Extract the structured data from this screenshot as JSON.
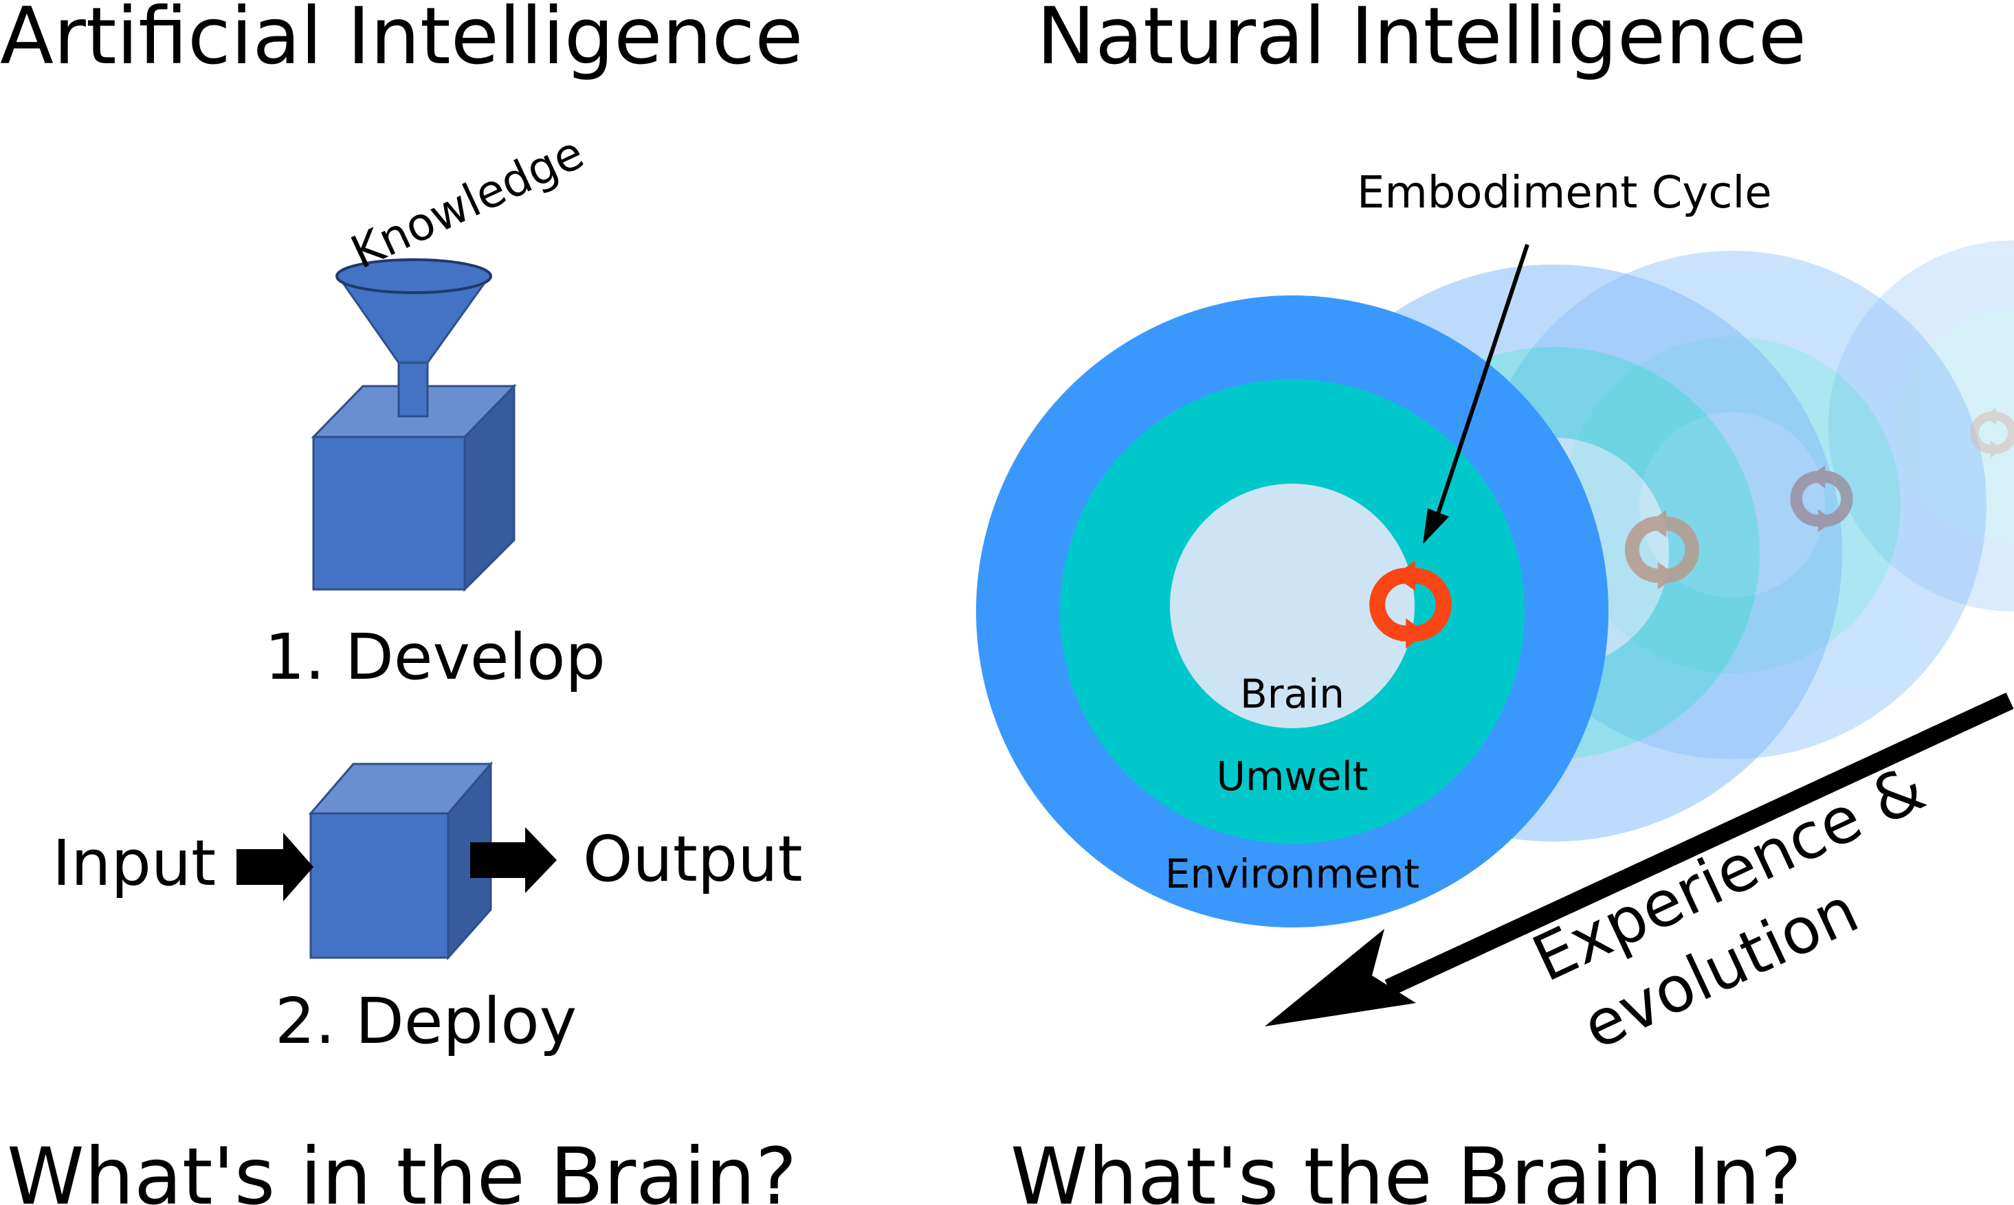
{
  "headings": {
    "artificial": "Artificial Intelligence",
    "natural": "Natural Intelligence",
    "question_left": "What's in the Brain?",
    "question_right": "What's the Brain In?"
  },
  "ai_panel": {
    "funnel_label": "Knowledge",
    "develop_label": "1. Develop",
    "deploy_label": "2. Deploy",
    "input_label": "Input",
    "output_label": "Output"
  },
  "ni_panel": {
    "cycle_label": "Embodiment Cycle",
    "brain_label": "Brain",
    "umwelt_label": "Umwelt",
    "environment_label": "Environment",
    "arrow_label_line1": "Experience &",
    "arrow_label_line2": "evolution"
  },
  "colors": {
    "cube_front": "#4472c4",
    "cube_top": "#6a8fd0",
    "cube_side": "#365c9e",
    "environment": "#3a98fc",
    "umwelt": "#00c8ca",
    "brain": "#cde4f4",
    "cycle_arrows": "#fa4616",
    "arrow": "#000000"
  },
  "icons": {
    "funnel": "funnel-icon",
    "cube": "cube-icon",
    "cycle": "cycle-arrows-icon"
  }
}
